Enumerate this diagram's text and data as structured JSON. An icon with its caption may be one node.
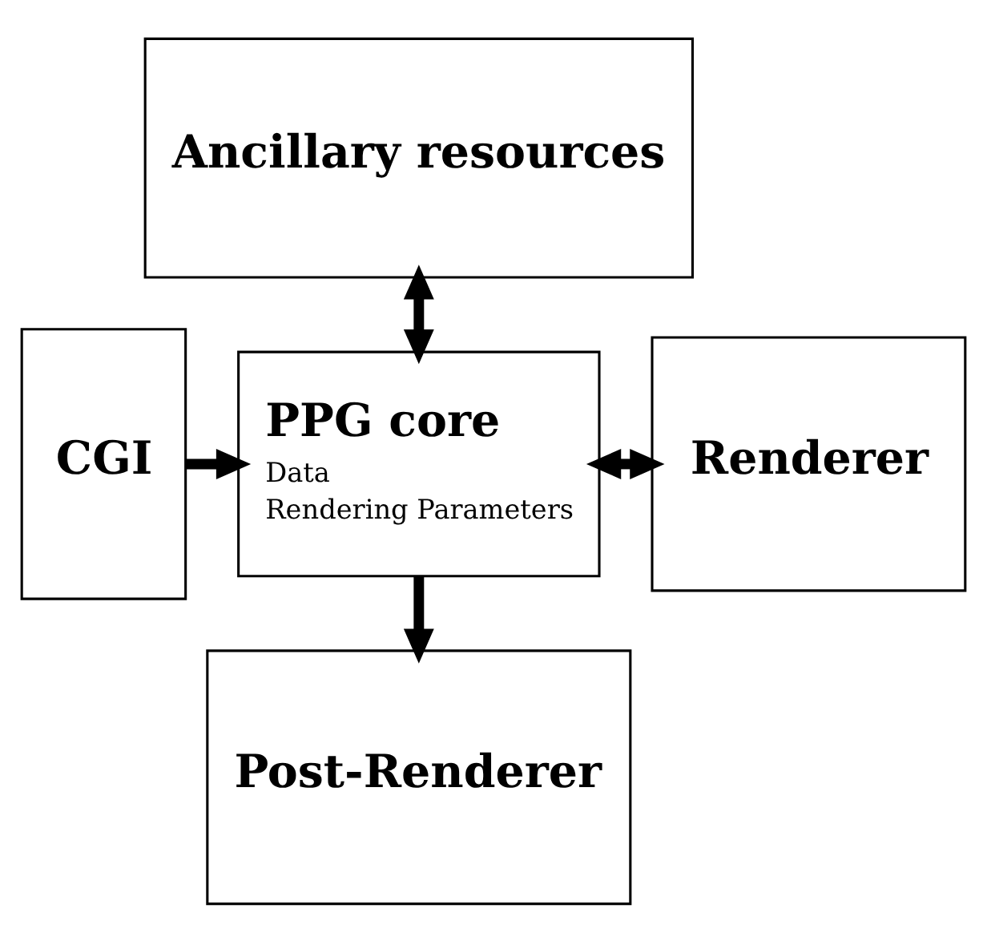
{
  "diagram": {
    "nodes": [
      {
        "text": [
          "Ancillary resources"
        ]
      },
      {
        "text": [
          "CGI"
        ]
      },
      {
        "text": [
          "PPG core",
          "Data",
          "Rendering Parameters"
        ]
      },
      {
        "text": [
          "Renderer"
        ]
      },
      {
        "text": [
          "Post-Renderer"
        ]
      }
    ],
    "edges": [
      {
        "from": 0,
        "to": 2,
        "arrow": "both"
      },
      {
        "from": 1,
        "to": 2,
        "arrow": "to"
      },
      {
        "from": 2,
        "to": 3,
        "arrow": "both"
      },
      {
        "from": 2,
        "to": 4,
        "arrow": "to"
      }
    ]
  }
}
